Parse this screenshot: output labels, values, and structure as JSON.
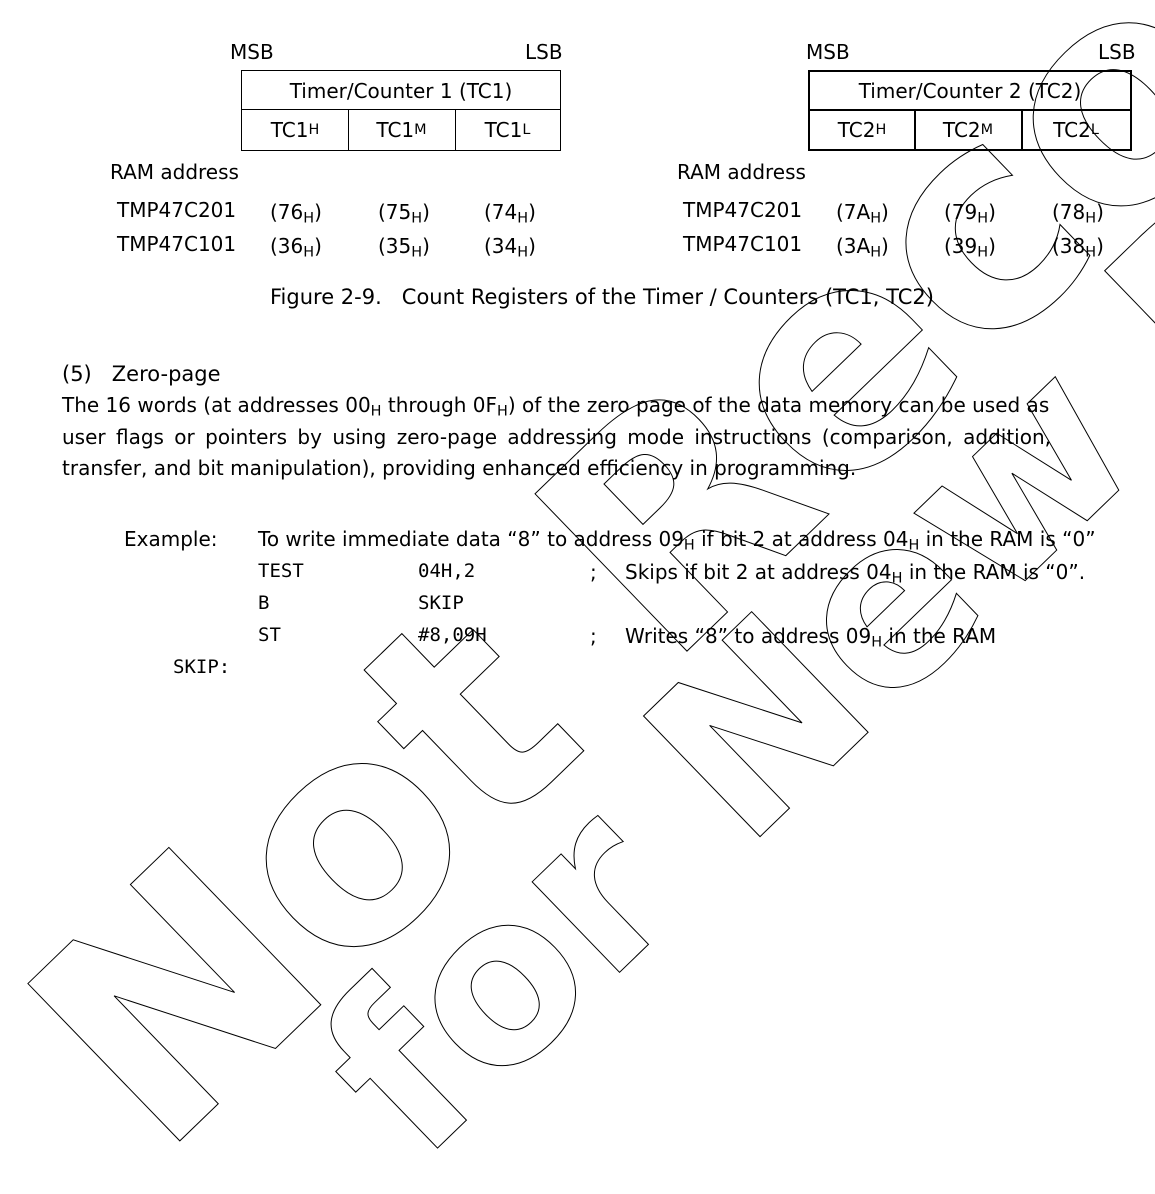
{
  "watermark": {
    "line1": "Not Recommended",
    "line2": "for New Design"
  },
  "fig_left": {
    "msb": "MSB",
    "lsb": "LSB",
    "title": "Timer/Counter 1 (TC1)",
    "cells": [
      {
        "base": "TC1",
        "sub": "H"
      },
      {
        "base": "TC1",
        "sub": "M"
      },
      {
        "base": "TC1",
        "sub": "L"
      }
    ],
    "ram_label": "RAM address",
    "rows": [
      {
        "name": "TMP47C201",
        "addrs": [
          {
            "v": "(76",
            "s": "H",
            "e": ")"
          },
          {
            "v": "(75",
            "s": "H",
            "e": ")"
          },
          {
            "v": "(74",
            "s": "H",
            "e": ")"
          }
        ]
      },
      {
        "name": "TMP47C101",
        "addrs": [
          {
            "v": "(36",
            "s": "H",
            "e": ")"
          },
          {
            "v": "(35",
            "s": "H",
            "e": ")"
          },
          {
            "v": "(34",
            "s": "H",
            "e": ")"
          }
        ]
      }
    ]
  },
  "fig_right": {
    "msb": "MSB",
    "lsb": "LSB",
    "title": "Timer/Counter 2 (TC2)",
    "cells": [
      {
        "base": "TC2",
        "sub": "H"
      },
      {
        "base": "TC2",
        "sub": "M"
      },
      {
        "base": "TC2",
        "sub": "L"
      }
    ],
    "ram_label": "RAM address",
    "rows": [
      {
        "name": "TMP47C201",
        "addrs": [
          {
            "v": "(7A",
            "s": "H",
            "e": ")"
          },
          {
            "v": "(79",
            "s": "H",
            "e": ")"
          },
          {
            "v": "(78",
            "s": "H",
            "e": ")"
          }
        ]
      },
      {
        "name": "TMP47C101",
        "addrs": [
          {
            "v": "(3A",
            "s": "H",
            "e": ")"
          },
          {
            "v": "(39",
            "s": "H",
            "e": ")"
          },
          {
            "v": "(38",
            "s": "H",
            "e": ")"
          }
        ]
      }
    ]
  },
  "caption": "Figure 2-9.   Count Registers of the Timer / Counters (TC1, TC2)",
  "section": {
    "heading": "(5)   Zero-page",
    "p1_a": "The 16 words (at addresses 00",
    "p1_sub1": "H",
    "p1_b": " through 0F",
    "p1_sub2": "H",
    "p1_c": ") of the zero page of the data memory can be used as",
    "p2": "user flags or pointers by using zero-page addressing mode instructions (comparison, addition,",
    "p3": "transfer, and bit manipulation), providing enhanced efficiency in programming."
  },
  "example": {
    "label": "Example:",
    "desc_a": "To write immediate data “8” to address 09",
    "desc_sub1": "H",
    "desc_b": " if bit 2 at address 04",
    "desc_sub2": "H",
    "desc_c": " in the RAM is “0”",
    "code": [
      {
        "op": "TEST",
        "arg": "04H,2",
        "semi": ";",
        "c_a": "Skips if bit 2 at address 04",
        "c_sub": "H",
        "c_b": " in the RAM is “0”."
      },
      {
        "op": "B",
        "arg": "SKIP",
        "semi": "",
        "c_a": "",
        "c_sub": "",
        "c_b": ""
      },
      {
        "op": "ST",
        "arg": "#8,09H",
        "semi": ";",
        "c_a": "Writes “8” to address 09",
        "c_sub": "H",
        "c_b": " in the RAM"
      }
    ],
    "label_skip": "SKIP:"
  }
}
